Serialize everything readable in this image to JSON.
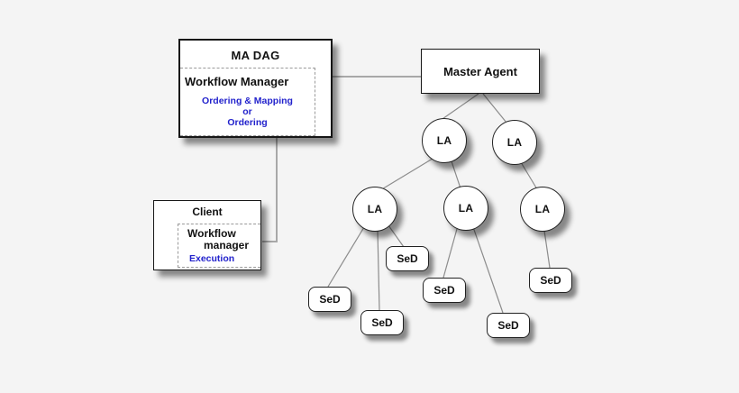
{
  "diagram": {
    "ma_dag": {
      "title": "MA DAG",
      "manager_label": "Workflow Manager",
      "mode_lines": [
        "Ordering & Mapping",
        "or",
        "Ordering"
      ]
    },
    "master_agent": {
      "title": "Master Agent"
    },
    "client": {
      "title": "Client",
      "manager_line1": "Workflow",
      "manager_line2": "manager",
      "mode_label": "Execution"
    },
    "nodes": {
      "la_label": "LA",
      "la_count": 5,
      "sed_label": "SeD",
      "sed_count": 6
    },
    "colors": {
      "background": "#f4f4f4",
      "node_fill": "#ffffff",
      "node_border": "#161616",
      "dashed_border": "#9a9a9a",
      "connector_gray": "#a0a0a0",
      "highlight_blue": "#2222cc",
      "text": "#111111"
    }
  }
}
